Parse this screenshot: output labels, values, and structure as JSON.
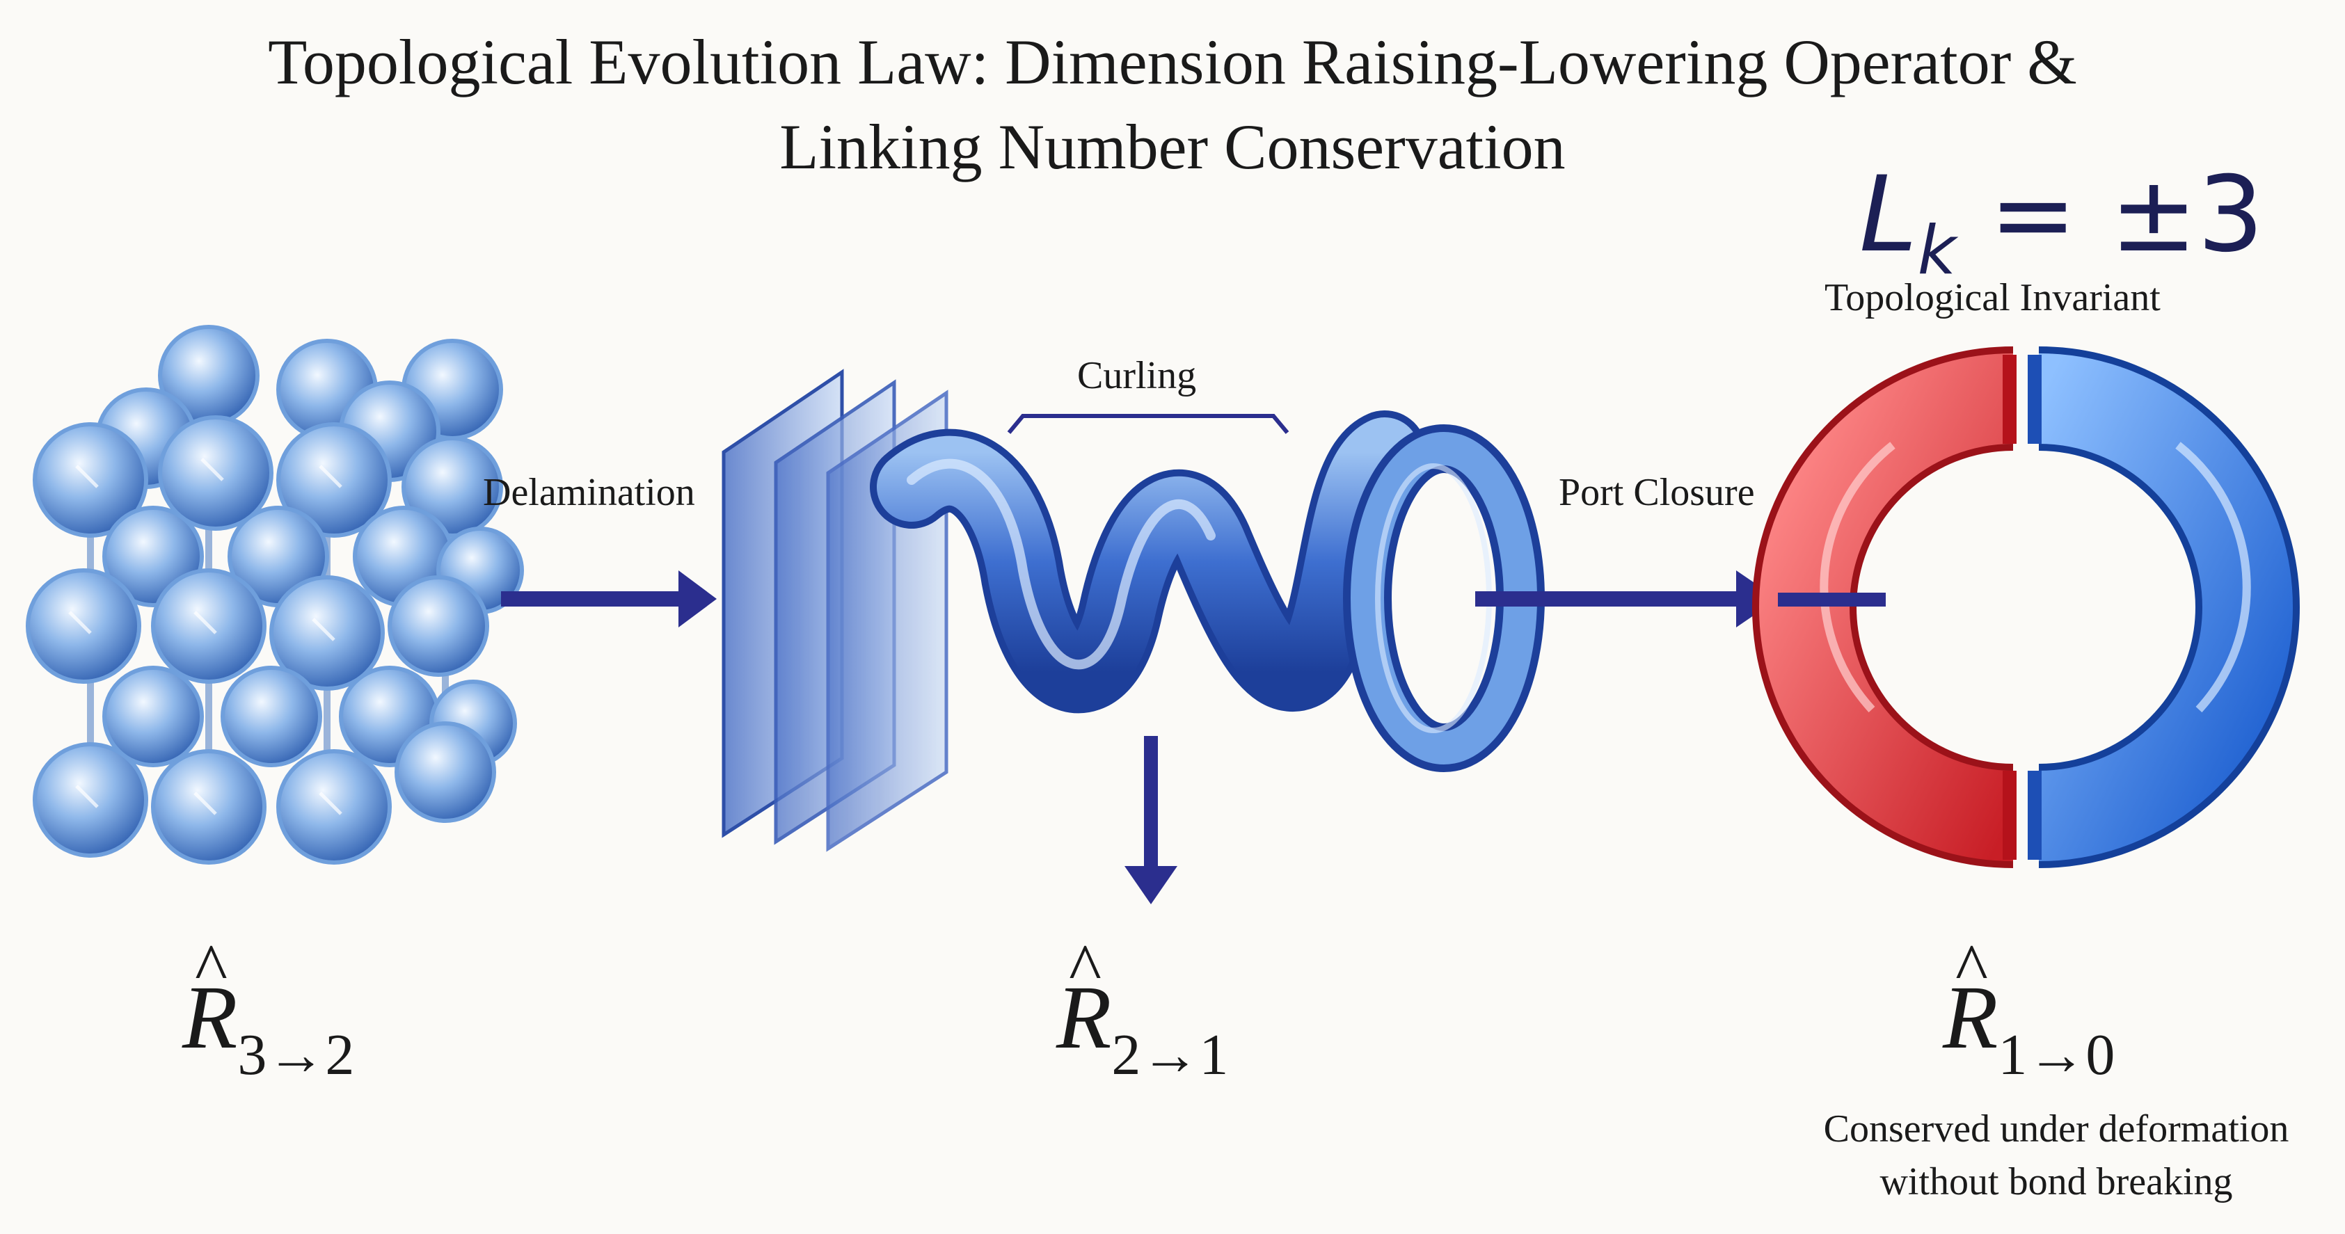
{
  "title": {
    "line1": "Topological Evolution Law: Dimension Raising-Lowering Operator &",
    "line2": "Linking Number Conservation"
  },
  "invariant": {
    "symbol": "L",
    "subscript": "k",
    "value": "= ±3",
    "label": "Topological Invariant"
  },
  "labels": {
    "delamination": "Delamination",
    "curling": "Curling",
    "port_closure": "Port Closure"
  },
  "operators": [
    {
      "symbol": "R",
      "subscript": "3→2"
    },
    {
      "symbol": "R",
      "subscript": "2→1"
    },
    {
      "symbol": "R",
      "subscript": "1→0"
    }
  ],
  "note": {
    "line1": "Conserved under deformation",
    "line2": "without bond breaking"
  },
  "colors": {
    "arrow": "#2b2e8e",
    "crystal": "#6f9fdc",
    "ring_red": "#e23b3b",
    "ring_blue": "#3a7be0"
  }
}
